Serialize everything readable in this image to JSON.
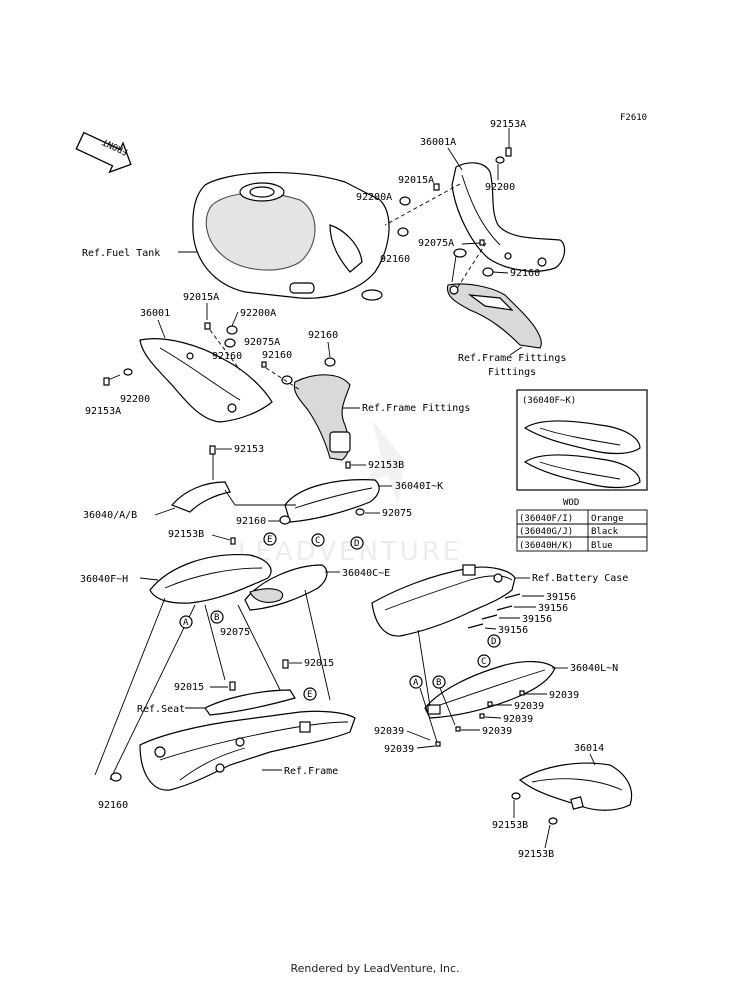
{
  "figure_code": "F2610",
  "front_arrow": "FRONT",
  "watermark": "LEADVENTURE",
  "footer": "Rendered by LeadVenture, Inc.",
  "refs": {
    "fuel_tank": "Ref.Fuel Tank",
    "frame_fittings_right": "Ref.Frame Fittings",
    "frame_fittings_center": "Ref.Frame Fittings",
    "battery_case": "Ref.Battery Case",
    "seat": "Ref.Seat",
    "frame": "Ref.Frame"
  },
  "labels": {
    "p92153A_top": "92153A",
    "p36001A": "36001A",
    "p92015A_top": "92015A",
    "p92200_top": "92200",
    "p92200A_top": "92200A",
    "p92075A_top": "92075A",
    "p92160_t1": "92160",
    "p92160_t2": "92160",
    "p92015A_left": "92015A",
    "p36001": "36001",
    "p92200A_left": "92200A",
    "p92075A_left": "92075A",
    "p92160_l1": "92160",
    "p92160_l2": "92160",
    "p92160_l3": "92160",
    "p92200_left": "92200",
    "p92153A_left": "92153A",
    "p92153": "92153",
    "p92153B_mid": "92153B",
    "p36040IK": "36040I~K",
    "p36040AB": "36040/A/B",
    "p92160_mid": "92160",
    "p92075_r": "92075",
    "p92153B_l": "92153B",
    "p36040FH": "36040F~H",
    "p36040CE": "36040C~E",
    "p92075_l": "92075",
    "p92015_r": "92015",
    "p92015_l": "92015",
    "p92160_bl": "92160",
    "p39156_1": "39156",
    "p39156_2": "39156",
    "p39156_3": "39156",
    "p39156_4": "39156",
    "p36040LN": "36040L~N",
    "p92039_1": "92039",
    "p92039_2": "92039",
    "p92039_3": "92039",
    "p92039_4": "92039",
    "p92039_5": "92039",
    "p36014": "36014",
    "p92153B_b1": "92153B",
    "p92153B_b2": "92153B"
  },
  "callouts": {
    "A1": "A",
    "B1": "B",
    "C1": "C",
    "D1": "D",
    "E1": "E",
    "A2": "A",
    "B2": "B",
    "C2": "C",
    "D2": "D",
    "E2": "E"
  },
  "inset": {
    "title": "(36040F~K)"
  },
  "color_table": {
    "header": "WOD",
    "rows": [
      {
        "code": "(36040F/I)",
        "color": "Orange"
      },
      {
        "code": "(36040G/J)",
        "color": "Black"
      },
      {
        "code": "(36040H/K)",
        "color": "Blue"
      }
    ]
  }
}
